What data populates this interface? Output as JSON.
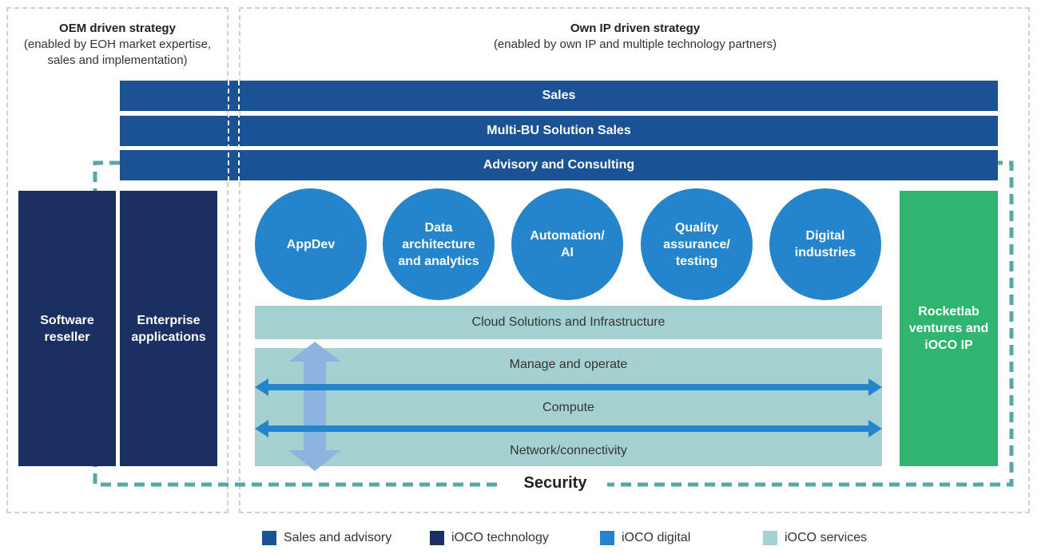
{
  "oem": {
    "title": "OEM driven strategy",
    "subtitle": "(enabled by EOH market expertise,\nsales and implementation)"
  },
  "ownip": {
    "title": "Own IP driven strategy",
    "subtitle": "(enabled by own IP and multiple technology partners)"
  },
  "bars": {
    "sales": "Sales",
    "multi_bu": "Multi-BU Solution Sales",
    "advisory": "Advisory and Consulting"
  },
  "columns": {
    "software_reseller": "Software\nreseller",
    "enterprise_applications": "Enterprise\napplications",
    "rocketlab": "Rocketlab\nventures and\niOCO IP"
  },
  "circles": [
    "AppDev",
    "Data\narchitecture\nand analytics",
    "Automation/\nAI",
    "Quality\nassurance/\ntesting",
    "Digital\nindustries"
  ],
  "services": {
    "cloud": "Cloud Solutions and Infrastructure",
    "manage": "Manage and operate",
    "compute": "Compute",
    "network": "Network/connectivity"
  },
  "security": "Security",
  "legend": [
    {
      "label": "Sales and advisory",
      "color": "#1b5293"
    },
    {
      "label": "iOCO technology",
      "color": "#1c2f63"
    },
    {
      "label": "iOCO digital",
      "color": "#2485cc"
    },
    {
      "label": "iOCO services",
      "color": "#a6d1d1"
    }
  ],
  "colors": {
    "sales_advisory": "#1b5293",
    "technology": "#1c2f63",
    "digital": "#2485cc",
    "services": "#a6d1d1",
    "rocketlab": "#2fb56e",
    "security_border": "#5aa6a6",
    "arrow_horizontal": "#2485cc",
    "arrow_vertical": "#8cb4e0"
  }
}
